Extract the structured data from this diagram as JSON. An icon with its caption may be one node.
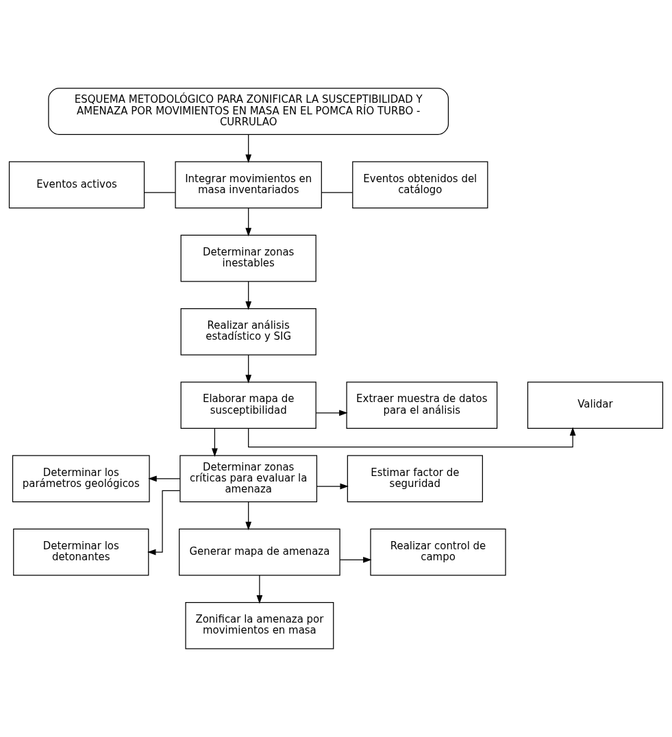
{
  "diagram": {
    "nodes": [
      {
        "text": [
          "ESQUEMA METODOLÓGICO PARA ZONIFICAR LA SUSCEPTIBILIDAD Y AMENAZA POR MOVIMIENTOS EN MASA EN EL POMCA RÍO TURBO - CURRULAO"
        ]
      },
      {
        "text": [
          "Eventos activos"
        ]
      },
      {
        "text": [
          "Integrar movimientos en masa inventariados"
        ]
      },
      {
        "text": [
          "Eventos obtenidos del catálogo"
        ]
      },
      {
        "text": [
          "Determinar zonas inestables"
        ]
      },
      {
        "text": [
          "Realizar análisis estadístico y SIG"
        ]
      },
      {
        "text": [
          "Validar"
        ]
      },
      {
        "text": [
          "Elaborar mapa de susceptibilidad"
        ]
      },
      {
        "text": [
          "Extraer muestra de datos para el análisis"
        ]
      },
      {
        "text": [
          "Determinar los parámetros geológicos"
        ]
      },
      {
        "text": [
          "Determinar zonas críticas para evaluar la amenaza"
        ]
      },
      {
        "text": [
          "Estimar factor de seguridad"
        ]
      },
      {
        "text": [
          "Determinar los detonantes"
        ]
      },
      {
        "text": [
          "Generar mapa de amenaza"
        ]
      },
      {
        "text": [
          "Realizar control de campo"
        ]
      },
      {
        "text": [
          "Zonificar la amenaza por movimientos en masa"
        ]
      }
    ],
    "edges": [
      {
        "from": 0,
        "to": 2,
        "arrow": "to"
      },
      {
        "from": 1,
        "to": 2,
        "arrow": "none"
      },
      {
        "from": 2,
        "to": 3,
        "arrow": "none"
      },
      {
        "from": 2,
        "to": 4,
        "arrow": "to"
      },
      {
        "from": 4,
        "to": 5,
        "arrow": "to"
      },
      {
        "from": 5,
        "to": 7,
        "arrow": "to"
      },
      {
        "from": 7,
        "to": 6,
        "arrow": "to"
      },
      {
        "from": 7,
        "to": 8,
        "arrow": "to"
      },
      {
        "from": 7,
        "to": 10,
        "arrow": "to"
      },
      {
        "from": 10,
        "to": 9,
        "arrow": "to"
      },
      {
        "from": 10,
        "to": 12,
        "arrow": "to"
      },
      {
        "from": 10,
        "to": 11,
        "arrow": "to"
      },
      {
        "from": 10,
        "to": 13,
        "arrow": "to"
      },
      {
        "from": 13,
        "to": 14,
        "arrow": "to"
      },
      {
        "from": 13,
        "to": 15,
        "arrow": "to"
      }
    ]
  }
}
